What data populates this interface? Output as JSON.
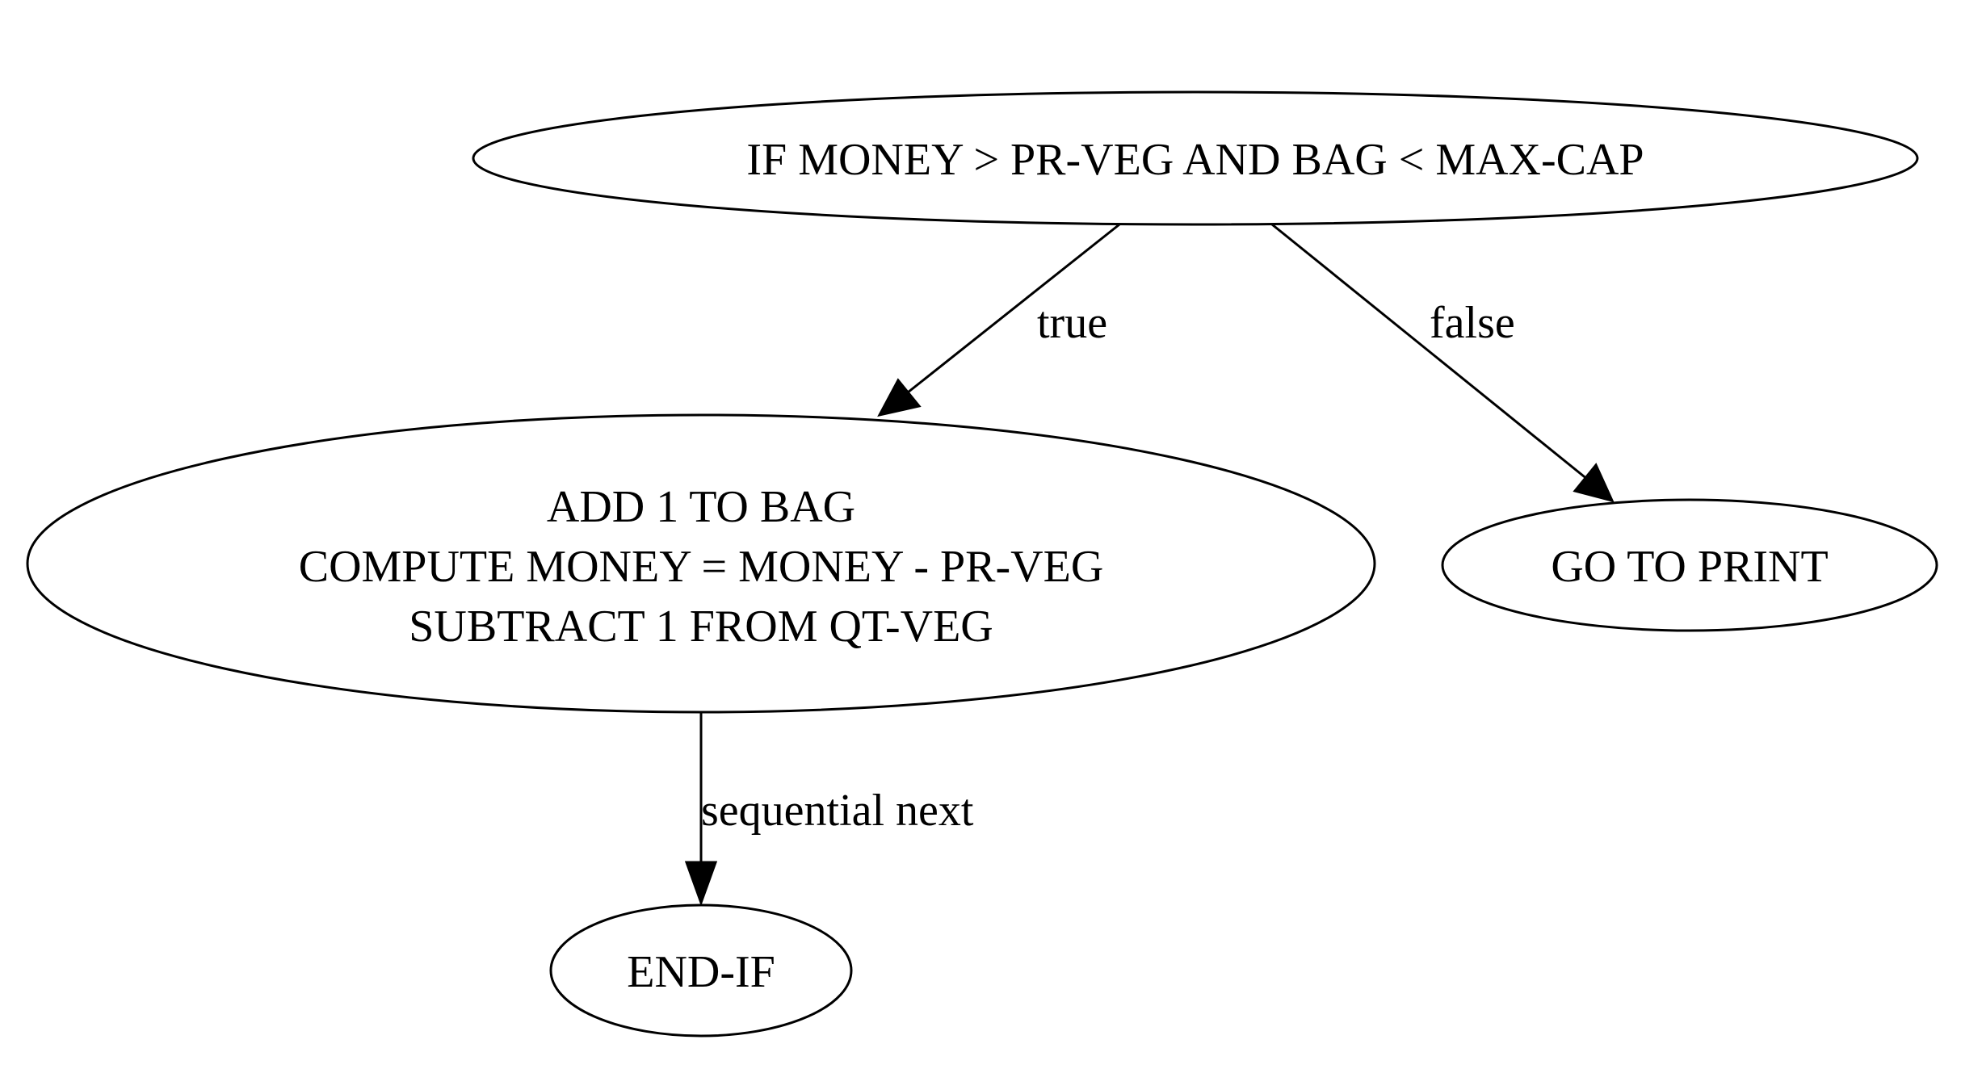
{
  "nodes": {
    "condition": {
      "label": "IF MONEY > PR-VEG AND BAG < MAX-CAP"
    },
    "body": {
      "line1": "ADD 1 TO BAG",
      "line2": "COMPUTE MONEY = MONEY - PR-VEG",
      "line3": "SUBTRACT 1 FROM QT-VEG"
    },
    "goto_print": {
      "label": "GO TO PRINT"
    },
    "end_if": {
      "label": "END-IF"
    }
  },
  "edges": {
    "true_edge": {
      "label": "true"
    },
    "false_edge": {
      "label": "false"
    },
    "sequential_edge": {
      "label": "sequential next"
    }
  }
}
